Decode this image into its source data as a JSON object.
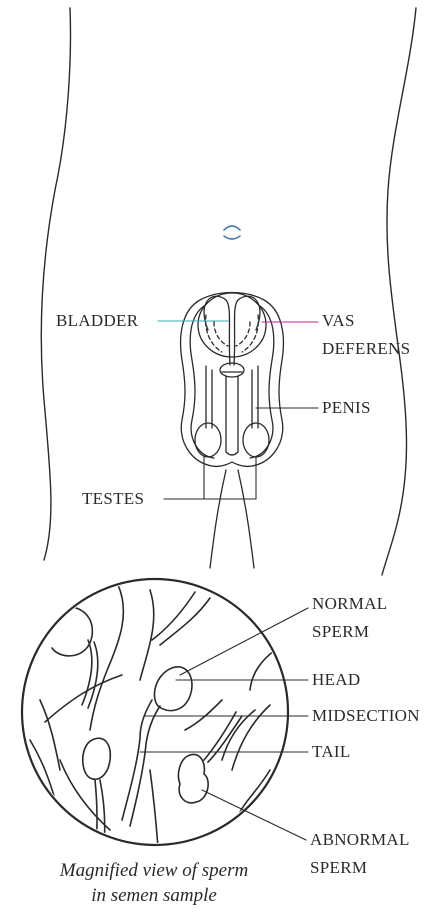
{
  "labels": {
    "bladder": "BLADDER",
    "vas_deferens_1": "VAS",
    "vas_deferens_2": "DEFERENS",
    "penis": "PENIS",
    "testes": "TESTES",
    "normal_sperm_1": "NORMAL",
    "normal_sperm_2": "SPERM",
    "head": "HEAD",
    "midsection": "MIDSECTION",
    "tail": "TAIL",
    "abnormal_sperm_1": "ABNORMAL",
    "abnormal_sperm_2": "SPERM"
  },
  "caption": {
    "line1": "Magnified view of sperm",
    "line2": "in semen sample"
  },
  "colors": {
    "ink": "#2a2a2a",
    "vas_leader": "#c0208a",
    "bladder_leader": "#3aa8b8",
    "navel": "#4a7fa8"
  }
}
